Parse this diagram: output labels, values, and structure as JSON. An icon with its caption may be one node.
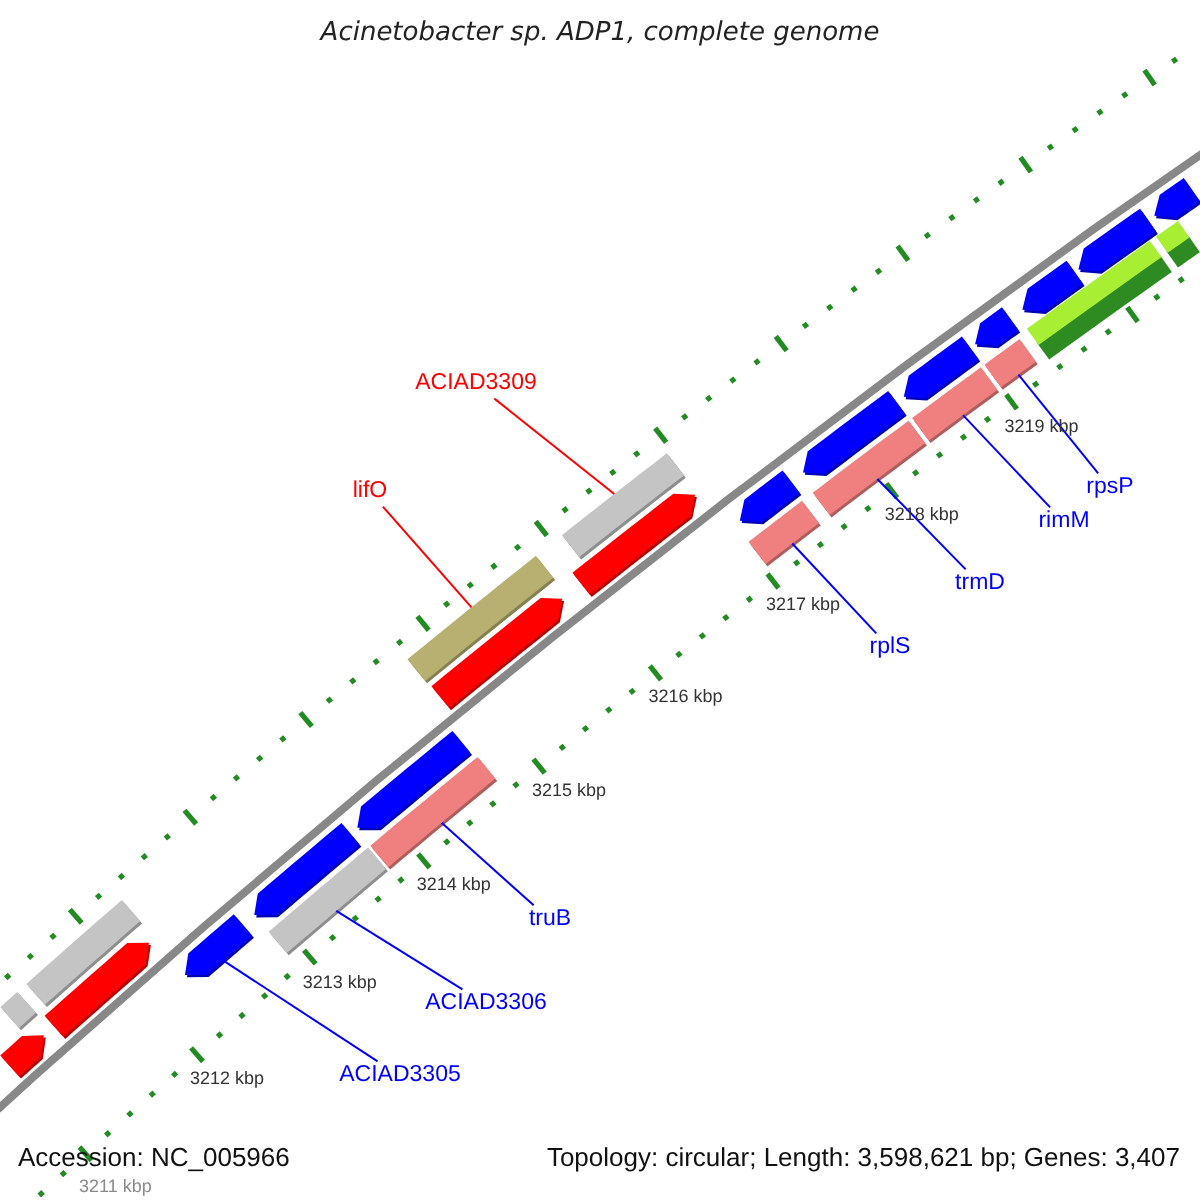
{
  "diagram": {
    "title": "Acinetobacter sp. ADP1, complete genome",
    "nodes": [
      {
        "text": [
          "ACIAD3309"
        ]
      },
      {
        "text": [
          "lifO"
        ]
      },
      {
        "text": [
          "rpsP"
        ]
      },
      {
        "text": [
          "rimM"
        ]
      },
      {
        "text": [
          "trmD"
        ]
      },
      {
        "text": [
          "rplS"
        ]
      },
      {
        "text": [
          "truB"
        ]
      },
      {
        "text": [
          "ACIAD3306"
        ]
      },
      {
        "text": [
          "ACIAD3305"
        ]
      },
      {
        "text": [],
        "shape": "arrow"
      },
      {
        "text": [],
        "shape": "bar"
      },
      {
        "text": [],
        "shape": "bar"
      },
      {
        "text": [],
        "shape": "arrow"
      },
      {
        "text": [],
        "shape": "arrow"
      },
      {
        "text": [],
        "shape": "arrow"
      },
      {
        "text": [],
        "shape": "bar"
      },
      {
        "text": [],
        "shape": "bar"
      },
      {
        "text": [],
        "shape": "arrow"
      },
      {
        "text": [],
        "shape": "bar"
      },
      {
        "text": [],
        "shape": "arrow"
      },
      {
        "text": [],
        "shape": "arrow"
      },
      {
        "text": [],
        "shape": "bar"
      },
      {
        "text": [],
        "shape": "bar"
      },
      {
        "text": [],
        "shape": "arrow"
      },
      {
        "text": [],
        "shape": "bar"
      },
      {
        "text": [],
        "shape": "arrow"
      },
      {
        "text": [],
        "shape": "bar"
      },
      {
        "text": [],
        "shape": "arrow"
      },
      {
        "text": [],
        "shape": "bar"
      },
      {
        "text": [],
        "shape": "arrow"
      },
      {
        "text": [],
        "shape": "bar"
      },
      {
        "text": [],
        "shape": "arrow"
      },
      {
        "text": [],
        "shape": "arrow"
      },
      {
        "text": [],
        "shape": "bar"
      },
      {
        "text": [],
        "shape": "arrow"
      }
    ],
    "edges": [
      {
        "from": 0,
        "to": 21,
        "arrow": "none",
        "color": "#ff0000"
      },
      {
        "from": 1,
        "to": 18,
        "arrow": "none",
        "color": "#ff0000"
      },
      {
        "from": 2,
        "to": 28,
        "arrow": "none"
      },
      {
        "from": 3,
        "to": 26,
        "arrow": "none"
      },
      {
        "from": 4,
        "to": 24,
        "arrow": "none"
      },
      {
        "from": 5,
        "to": 22,
        "arrow": "none"
      },
      {
        "from": 6,
        "to": 16,
        "arrow": "none"
      },
      {
        "from": 7,
        "to": 15,
        "arrow": "none"
      },
      {
        "from": 8,
        "to": 13,
        "arrow": "none"
      }
    ],
    "labels": [
      "3219 kbp",
      "3218 kbp",
      "3217 kbp",
      "3216 kbp",
      "3215 kbp",
      "3214 kbp",
      "3213 kbp",
      "3212 kbp",
      "Accession: NC_005966",
      "Topology: circular; Length: 3,598,621 bp; Genes: 3,407",
      "3211 kbp"
    ]
  }
}
